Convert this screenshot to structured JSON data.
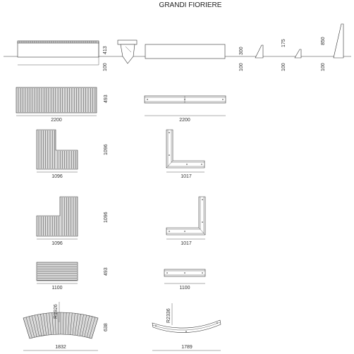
{
  "title": "GRANDI FIORIERE",
  "elevation": {
    "bench_height": "413",
    "base_height": "100",
    "side_height_a": "300",
    "side_height_a_base": "100",
    "side_height_b": "175",
    "side_height_b_base": "100",
    "side_height_c": "850",
    "side_height_c_base": "100"
  },
  "row_straight_long": {
    "depth": "493",
    "length_left": "2200",
    "length_right": "2200"
  },
  "row_corner_a": {
    "side": "1096",
    "width_left": "1096",
    "width_right": "1017"
  },
  "row_corner_b": {
    "side": "1096",
    "width_left": "1096",
    "width_right": "1017"
  },
  "row_straight_short": {
    "depth": "493",
    "length_left": "1100",
    "length_right": "1100"
  },
  "row_curved": {
    "radius_left": "R1926",
    "radius_right": "R2336",
    "depth": "638",
    "chord_left": "1832",
    "chord_right": "1789"
  }
}
